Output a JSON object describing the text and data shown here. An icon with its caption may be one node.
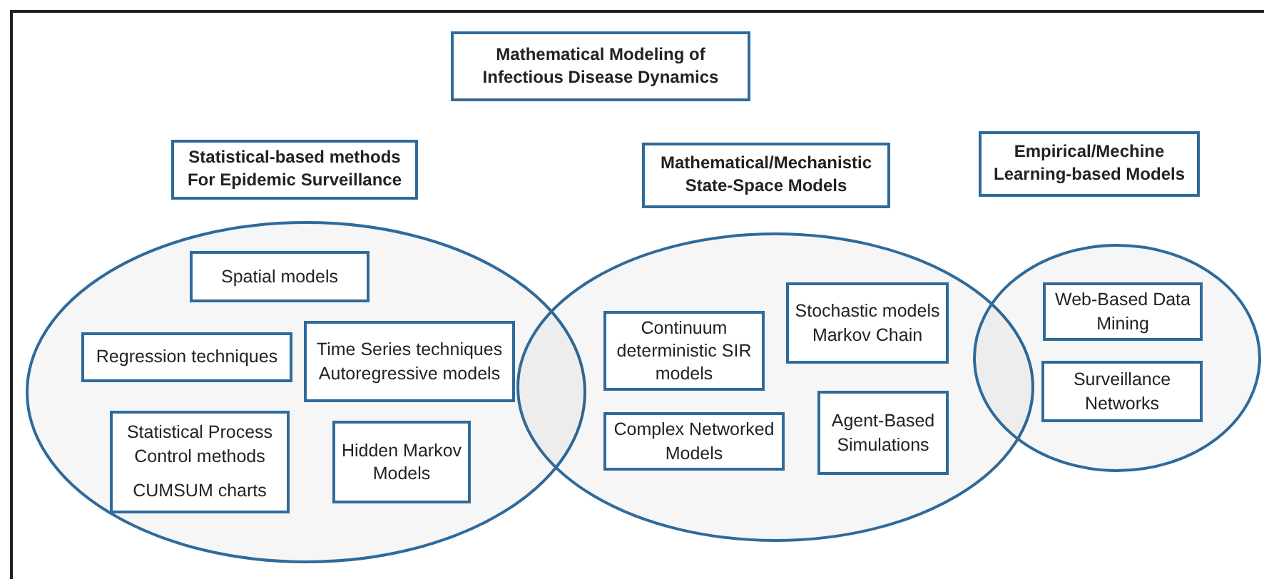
{
  "diagram": {
    "nodes": [
      {
        "text": [
          "Mathematical Modeling of Infectious Disease Dynamics"
        ]
      },
      {
        "text": [
          "Statistical-based methods For Epidemic Surveillance"
        ]
      },
      {
        "text": [
          "Mathematical/Mechanistic State-Space Models"
        ]
      },
      {
        "text": [
          "Empirical/Mechine Learning-based Models"
        ]
      },
      {
        "text": [],
        "shape": "ellipse"
      },
      {
        "text": [
          "Spatial models"
        ],
        "in": 4
      },
      {
        "text": [
          "Regression techniques"
        ],
        "in": 4
      },
      {
        "text": [
          "Time Series techniques Autoregressive models"
        ],
        "in": 4
      },
      {
        "text": [
          "Statistical Process Control methods",
          "CUMSUM charts"
        ],
        "in": 4
      },
      {
        "text": [
          "Hidden Markov Models"
        ],
        "in": 4
      },
      {
        "text": [],
        "shape": "ellipse"
      },
      {
        "text": [
          "Continuum deterministic SIR models"
        ],
        "in": 10
      },
      {
        "text": [
          "Stochastic models Markov Chain"
        ],
        "in": 10
      },
      {
        "text": [
          "Complex Networked Models"
        ],
        "in": 10
      },
      {
        "text": [
          "Agent-Based Simulations"
        ],
        "in": 10
      },
      {
        "text": [],
        "shape": "ellipse"
      },
      {
        "text": [
          "Web-Based Data Mining"
        ],
        "in": 15
      },
      {
        "text": [
          "Surveillance Networks"
        ],
        "in": 15
      }
    ]
  }
}
